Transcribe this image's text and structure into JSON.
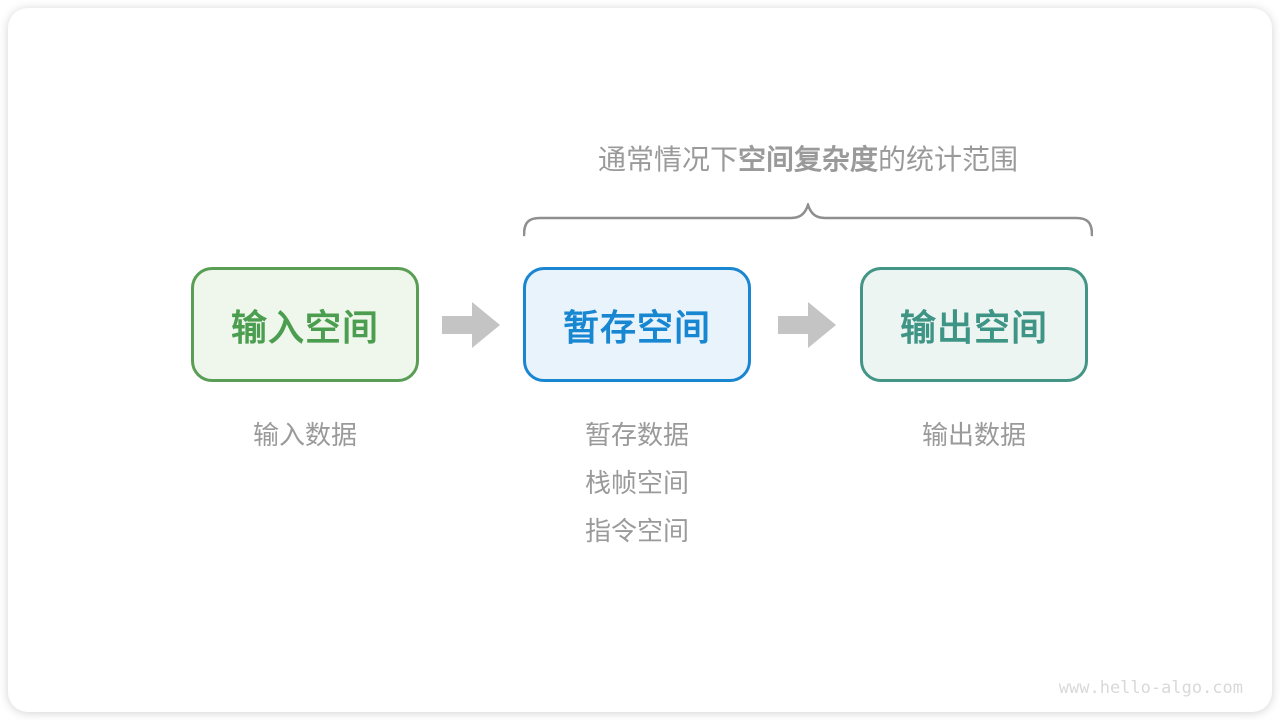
{
  "title": {
    "prefix": "通常情况下",
    "bold": "空间复杂度",
    "suffix": "的统计范围"
  },
  "boxes": [
    {
      "label": "输入空间",
      "border_color": "#5a9e55",
      "fill_color": "#eff6ec",
      "text_color": "#4b9e4f"
    },
    {
      "label": "暂存空间",
      "border_color": "#1a85d0",
      "fill_color": "#e9f3fb",
      "text_color": "#1787d2"
    },
    {
      "label": "输出空间",
      "border_color": "#439585",
      "fill_color": "#edf5f2",
      "text_color": "#3f9585"
    }
  ],
  "captions": [
    {
      "lines": [
        "输入数据"
      ]
    },
    {
      "lines": [
        "暂存数据",
        "栈帧空间",
        "指令空间"
      ]
    },
    {
      "lines": [
        "输出数据"
      ]
    }
  ],
  "watermark": "www.hello-algo.com",
  "colors": {
    "title_text": "#9a9a9a",
    "caption_text": "#9a9a9a",
    "brace": "#8f8f8f",
    "arrow": "#c4c4c4",
    "watermark_text": "#d9d9d9"
  }
}
